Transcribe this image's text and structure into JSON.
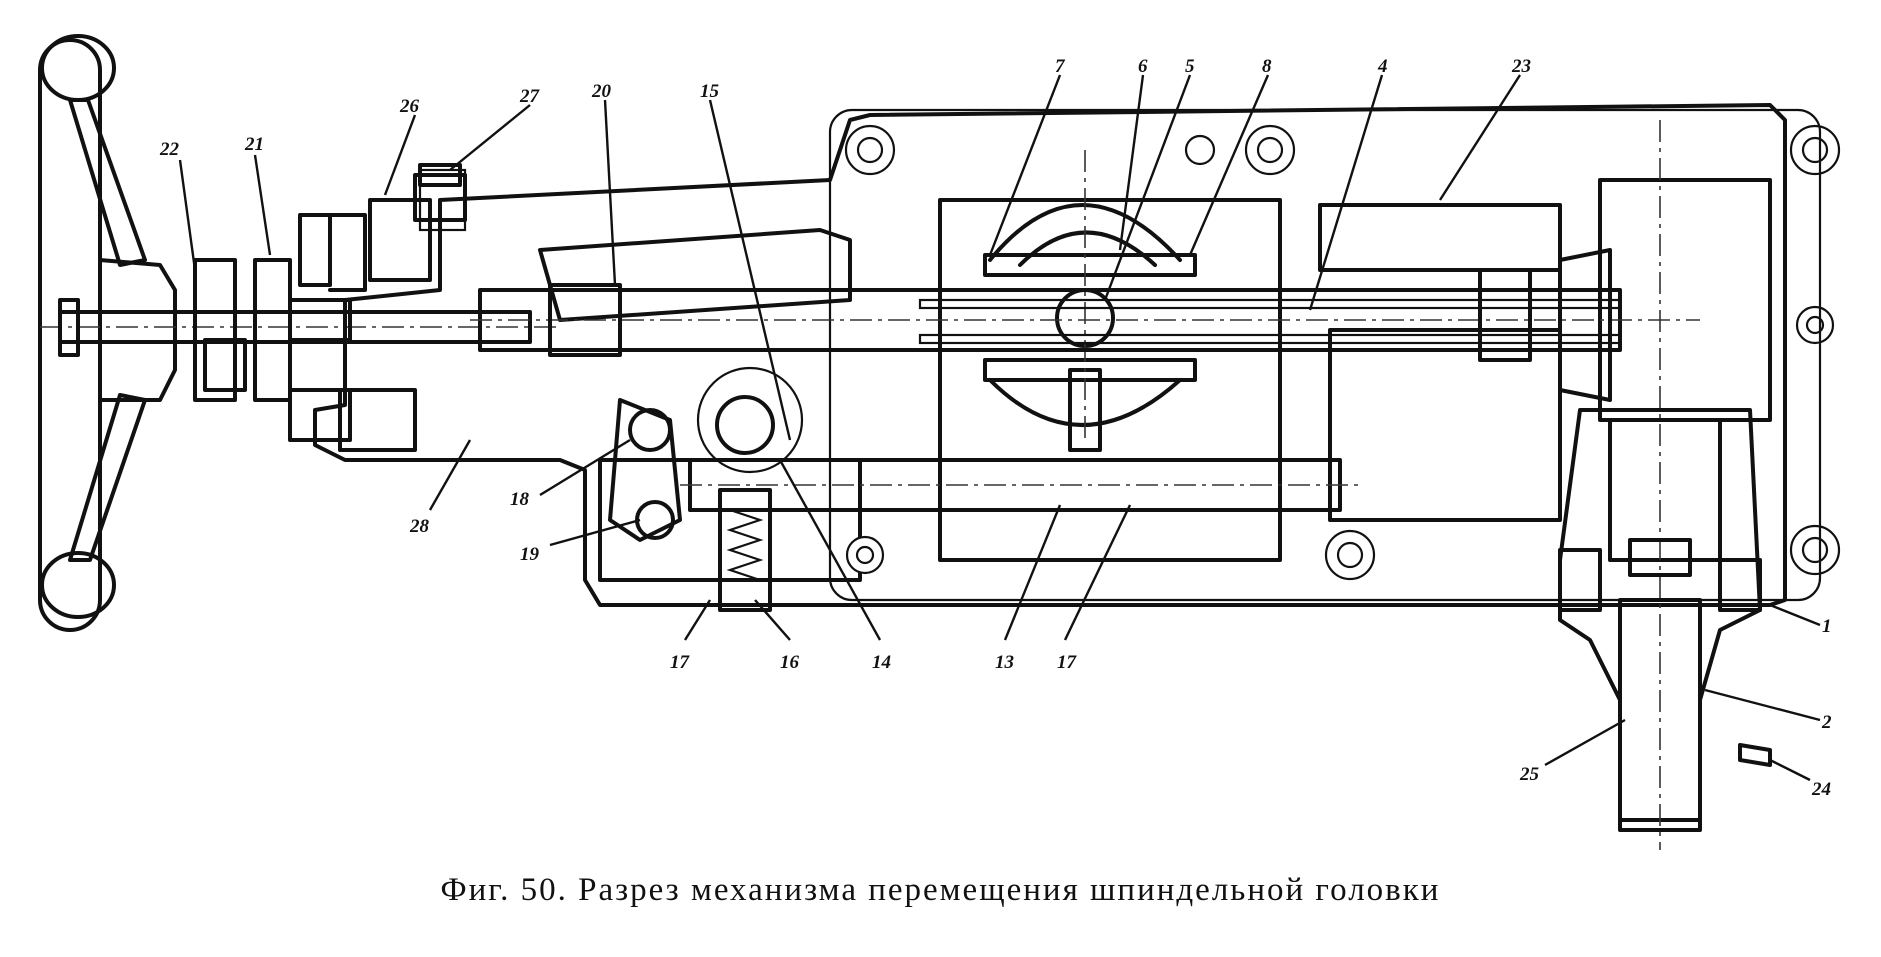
{
  "figure": {
    "caption": "Фиг. 50. Разрез механизма перемещения  шпиндельной головки"
  },
  "callouts": [
    "22",
    "21",
    "26",
    "27",
    "20",
    "15",
    "7",
    "6",
    "5",
    "8",
    "4",
    "23",
    "28",
    "18",
    "19",
    "17",
    "16",
    "14",
    "13",
    "17",
    "1",
    "2",
    "25",
    "24"
  ]
}
